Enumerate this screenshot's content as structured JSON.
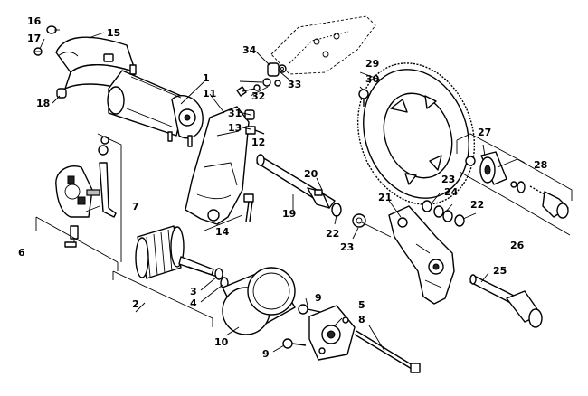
{
  "callouts": [
    {
      "id": "c1",
      "label": "1"
    },
    {
      "id": "c2",
      "label": "2"
    },
    {
      "id": "c3",
      "label": "3"
    },
    {
      "id": "c4",
      "label": "4"
    },
    {
      "id": "c5",
      "label": "5"
    },
    {
      "id": "c6",
      "label": "6"
    },
    {
      "id": "c7",
      "label": "7"
    },
    {
      "id": "c8",
      "label": "8"
    },
    {
      "id": "c9a",
      "label": "9"
    },
    {
      "id": "c9b",
      "label": "9"
    },
    {
      "id": "c10",
      "label": "10"
    },
    {
      "id": "c11",
      "label": "11"
    },
    {
      "id": "c12",
      "label": "12"
    },
    {
      "id": "c13",
      "label": "13"
    },
    {
      "id": "c14",
      "label": "14"
    },
    {
      "id": "c15",
      "label": "15"
    },
    {
      "id": "c16",
      "label": "16"
    },
    {
      "id": "c17",
      "label": "17"
    },
    {
      "id": "c18",
      "label": "18"
    },
    {
      "id": "c19",
      "label": "19"
    },
    {
      "id": "c20",
      "label": "20"
    },
    {
      "id": "c21",
      "label": "21"
    },
    {
      "id": "c22a",
      "label": "22"
    },
    {
      "id": "c22b",
      "label": "22"
    },
    {
      "id": "c23a",
      "label": "23"
    },
    {
      "id": "c23b",
      "label": "23"
    },
    {
      "id": "c24",
      "label": "24"
    },
    {
      "id": "c25",
      "label": "25"
    },
    {
      "id": "c26",
      "label": "26"
    },
    {
      "id": "c27",
      "label": "27"
    },
    {
      "id": "c28",
      "label": "28"
    },
    {
      "id": "c29",
      "label": "29"
    },
    {
      "id": "c30",
      "label": "30"
    },
    {
      "id": "c31",
      "label": "31"
    },
    {
      "id": "c32",
      "label": "32"
    },
    {
      "id": "c33",
      "label": "33"
    },
    {
      "id": "c34",
      "label": "34"
    }
  ]
}
